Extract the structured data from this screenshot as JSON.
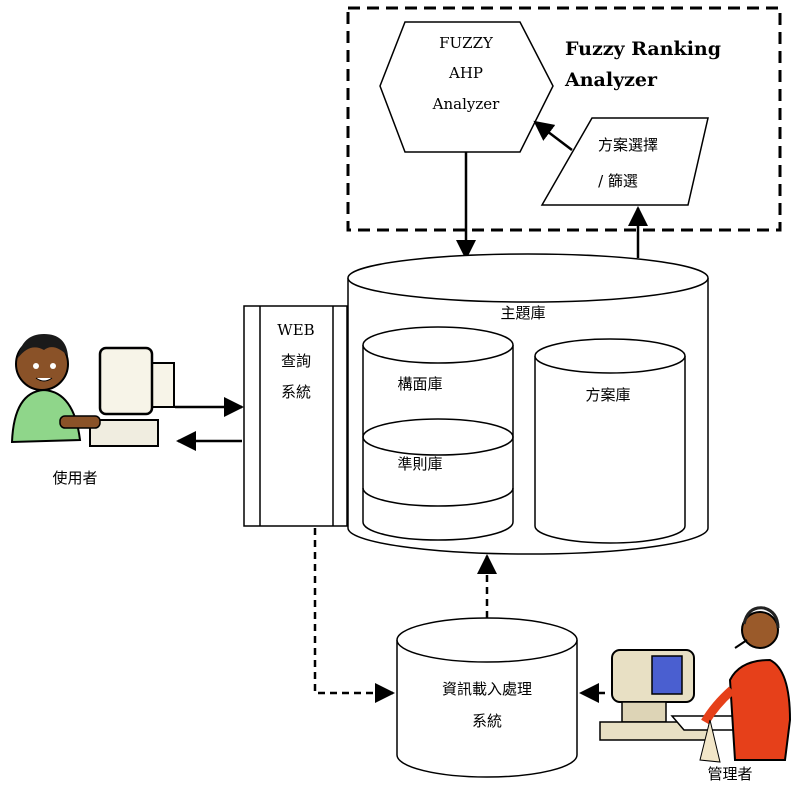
{
  "fuzzy_ranking": {
    "title_line1": "Fuzzy Ranking",
    "title_line2": "Analyzer"
  },
  "ahp_analyzer": {
    "line1": "FUZZY",
    "line2": "AHP",
    "line3": "Analyzer"
  },
  "selection_box": {
    "line1": "方案選擇",
    "line2": "/ 篩選"
  },
  "web_system": {
    "line1": "WEB",
    "line2": "查詢",
    "line3": "系統"
  },
  "theme_db": {
    "label": "主題庫"
  },
  "facet_db": {
    "label": "構面庫"
  },
  "criteria_db": {
    "label": "準則庫"
  },
  "plan_db": {
    "label": "方案庫"
  },
  "loader_system": {
    "line1": "資訊載入處理",
    "line2": "系統"
  },
  "user": {
    "label": "使用者"
  },
  "admin": {
    "label": "管理者"
  }
}
